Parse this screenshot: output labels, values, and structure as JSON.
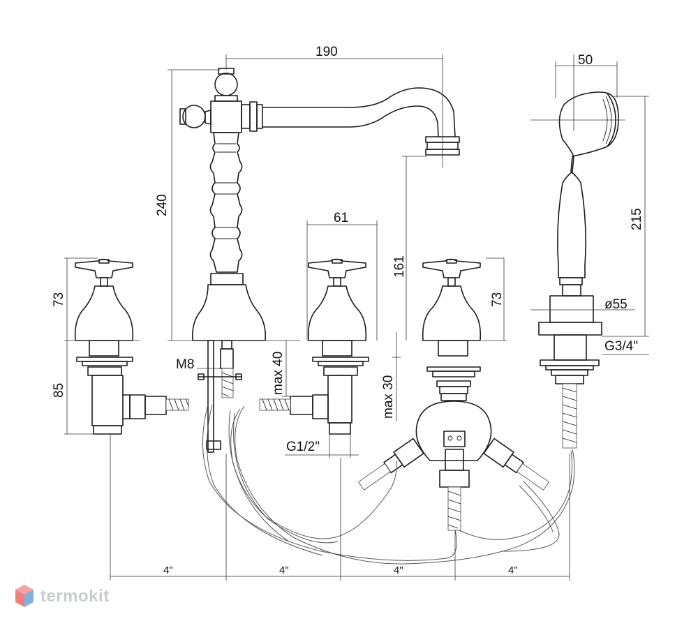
{
  "dimensions": {
    "spout_reach": "190",
    "spout_height": "240",
    "handle_width": "61",
    "spout_outlet_height": "161",
    "handle_height_left": "73",
    "handle_height_right": "73",
    "shank_length": "85",
    "rod_thread": "M8",
    "max_deck_40": "max 40",
    "max_deck_30": "max 30",
    "inlet_thread": "G1/2\"",
    "handshower_width": "50",
    "handshower_length": "215",
    "holder_diameter": "ø55",
    "holder_thread": "G3/4\"",
    "spacing_1": "4\"",
    "spacing_2": "4\"",
    "spacing_3": "4\"",
    "spacing_4": "4\""
  },
  "brand": {
    "name": "termokit",
    "colors": {
      "top": "#f2a3a3",
      "left": "#f08080",
      "right": "#7fb2e0"
    }
  }
}
